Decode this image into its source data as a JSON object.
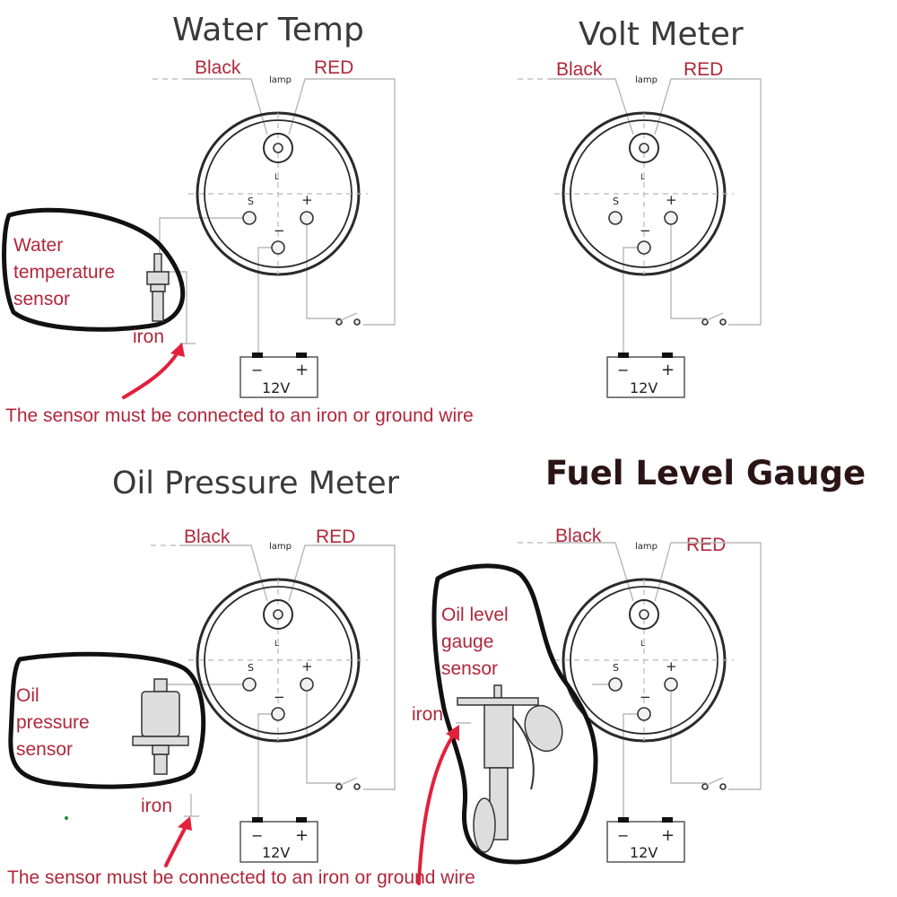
{
  "panels": {
    "water_temp": {
      "title": "Water Temp",
      "black": "Black",
      "lamp": "lamp",
      "red": "RED",
      "s": "S",
      "plus": "+",
      "minus": "−",
      "l": "L",
      "battery": "12V",
      "sensor": [
        "Water",
        "temperature",
        "sensor"
      ],
      "iron": "iron",
      "note": "The sensor must be connected to an iron or ground wire"
    },
    "volt_meter": {
      "title": "Volt Meter",
      "black": "Black",
      "lamp": "lamp",
      "red": "RED",
      "s": "S",
      "plus": "+",
      "minus": "−",
      "l": "L",
      "battery": "12V"
    },
    "oil_pressure": {
      "title": "Oil Pressure Meter",
      "black": "Black",
      "lamp": "lamp",
      "red": "RED",
      "s": "S",
      "plus": "+",
      "minus": "−",
      "l": "L",
      "battery": "12V",
      "sensor": [
        "Oil",
        "pressure",
        "sensor"
      ],
      "iron": "iron"
    },
    "fuel_level": {
      "title": "Fuel Level Gauge",
      "black": "Black",
      "lamp": "lamp",
      "red": "RED",
      "s": "S",
      "plus": "+",
      "minus": "−",
      "l": "L",
      "battery": "12V",
      "sensor": [
        "Oil level",
        "gauge",
        "sensor"
      ],
      "iron": "iron"
    }
  },
  "bottom_note": "The sensor must be connected to an iron or ground wire",
  "colors": {
    "annotation_red": "#b0273b",
    "arrow_red": "#e3203c",
    "title_gray": "#3a3a3a",
    "wire_gray": "#b8b8b8"
  }
}
